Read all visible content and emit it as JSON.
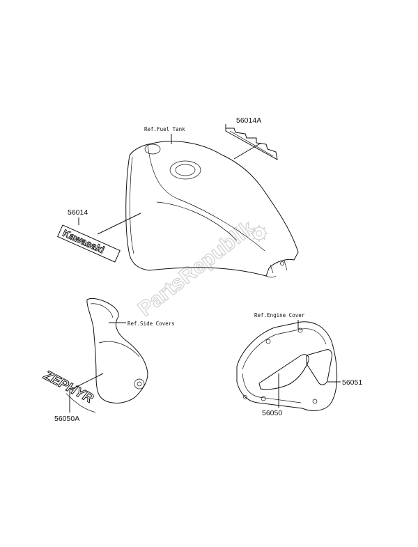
{
  "labels": {
    "ref_fuel_tank": "Ref.Fuel Tank",
    "ref_side_covers": "Ref.Side Covers",
    "ref_engine_cover": "Ref.Engine Cover"
  },
  "parts": {
    "p56014A": "56014A",
    "p56014": "56014",
    "p56050A": "56050A",
    "p56050": "56050",
    "p56051": "56051"
  },
  "emblems": {
    "kawasaki": "Kawasaki",
    "zephyr": "ZEPHYR"
  },
  "watermark": {
    "text": "PartsRepublik"
  },
  "colors": {
    "ink": "#111111",
    "watermark": "#d4d4d4"
  }
}
